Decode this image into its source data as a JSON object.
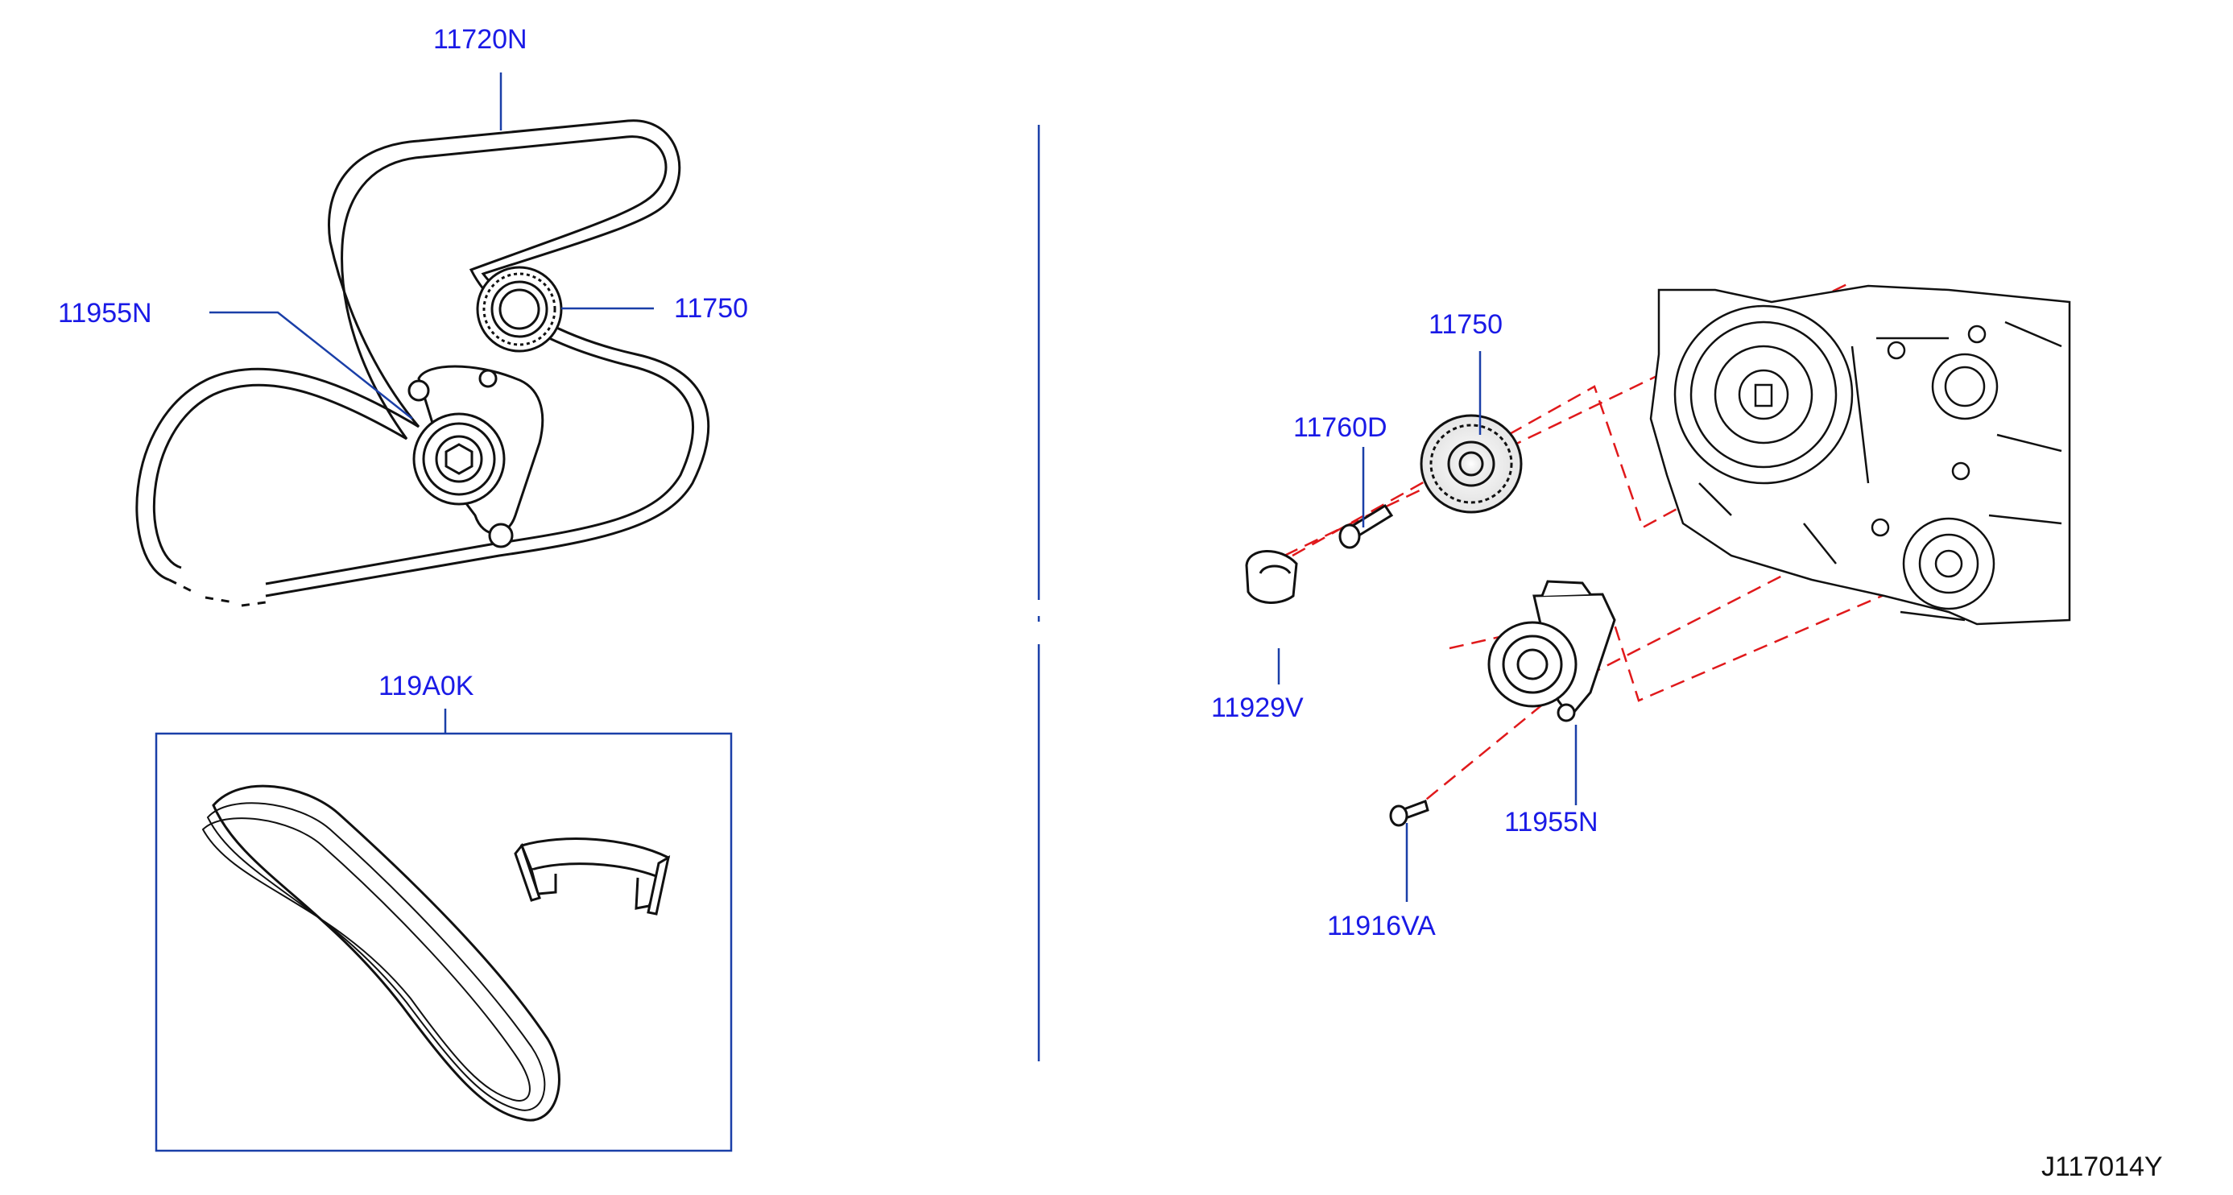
{
  "diagram": {
    "id_code": "J117014Y",
    "colors": {
      "line": "#111111",
      "leader": "#1a3fa8",
      "label": "#1a1ae6",
      "dash": "#e0191b"
    },
    "left_panel": {
      "labels": {
        "belt": "11720N",
        "tensioner": "11955N",
        "idler": "11750",
        "kit": "119A0K"
      }
    },
    "right_panel": {
      "labels": {
        "idler": "11750",
        "bolt": "11760D",
        "cap": "11929V",
        "tensioner": "11955N",
        "tensioner_bolt": "11916VA"
      }
    }
  }
}
